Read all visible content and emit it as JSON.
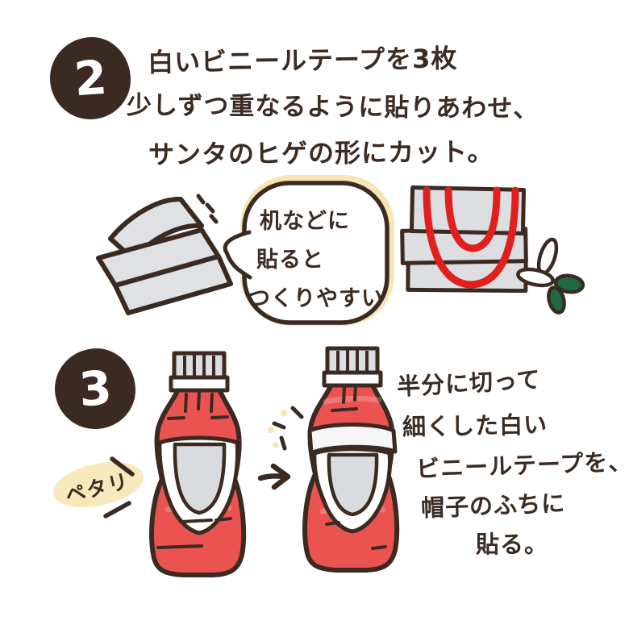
{
  "colors": {
    "background": "#ffffff",
    "ink": "#3b2b22",
    "bottle_red": "#ea5350",
    "marker_red": "#e1201e",
    "tape_gray": "#dcdee1",
    "highlight_cream": "#f8e9bd",
    "scissors_green": "#1e6b43"
  },
  "step2": {
    "number": "2",
    "instruction_lines": [
      "白いビニールテープを3枚",
      "少しずつ重なるように貼りあわせ、",
      "サンタのヒゲの形にカット。"
    ],
    "bubble": {
      "lines": [
        "机などに",
        "貼ると",
        "つくりやすい"
      ]
    }
  },
  "step3": {
    "number": "3",
    "sound_effect": "ペタリ",
    "instruction_lines": [
      "半分に切って",
      "細くした白い",
      "ビニールテープを、",
      "帽子のふちに",
      "貼る。"
    ]
  }
}
